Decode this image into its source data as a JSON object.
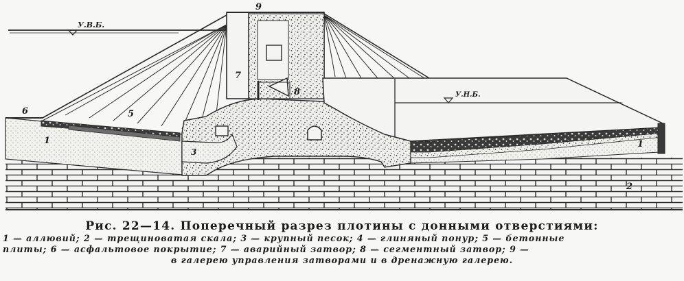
{
  "figure": {
    "labels": {
      "upstream_level": "У.В.Б.",
      "downstream_level": "У.Н.Б.",
      "n1": "1",
      "n2": "2",
      "n3": "3",
      "n5": "5",
      "n6": "6",
      "n7": "7",
      "n8": "8",
      "n9": "9"
    }
  },
  "caption": {
    "title": "Рис. 22—14. Поперечный разрез плотины с донными отверстиями:",
    "line1": "1 — аллювий; 2 — трещиноватая скала; 3 — крупный песок; 4 — глиняный понур; 5 — бетонные",
    "line2": "плиты; 6 — асфальтовое покрытие; 7 — аварийный затвор; 8 — сегментный затвор; 9 —",
    "line3": "в галерею управления затворами и в дренажную галерею."
  }
}
